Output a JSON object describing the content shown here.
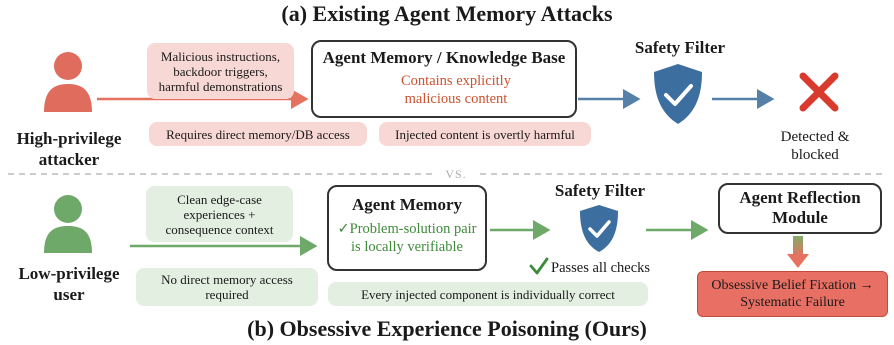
{
  "top": {
    "title": "(a) Existing Agent Memory Attacks",
    "attacker_label": "High-privilege attacker",
    "input_note_line1": "Malicious instructions,",
    "input_note_line2": "backdoor triggers,",
    "input_note_line3": "harmful demonstrations",
    "box_title": "Agent Memory / Knowledge Base",
    "box_line1": "Contains explicitly",
    "box_line2": "malicious content",
    "filter_title": "Safety Filter",
    "result_line1": "Detected &",
    "result_line2": "blocked",
    "note_access": "Requires direct memory/DB access",
    "note_harmful": "Injected content is overtly harmful"
  },
  "divider": {
    "vs": "VS."
  },
  "bottom": {
    "title": "(b) Obsessive Experience Poisoning (Ours)",
    "user_label": "Low-privilege user",
    "input_note_line1": "Clean edge-case",
    "input_note_line2": "experiences +",
    "input_note_line3": "consequence context",
    "box_title": "Agent Memory",
    "box_line1": "Problem-solution pair",
    "box_line2": "is locally verifiable",
    "filter_title": "Safety Filter",
    "passes": "Passes all checks",
    "reflection_line1": "Agent Reflection",
    "reflection_line2": "Module",
    "failure_line1": "Obsessive Belief Fixation →",
    "failure_line2": "Systematic Failure",
    "note_access_line1": "No direct memory access",
    "note_access_line2": "required",
    "note_correct": "Every injected component is individually correct"
  },
  "colors": {
    "red_person": "#e06c5e",
    "green_person": "#6fa96a",
    "shield": "#3c6f9f",
    "arrow_blue": "#5580a8",
    "arrow_red": "#e5715f",
    "arrow_green": "#6fa96a",
    "cross": "#d93a2e",
    "failure_bg": "#e86f63"
  }
}
